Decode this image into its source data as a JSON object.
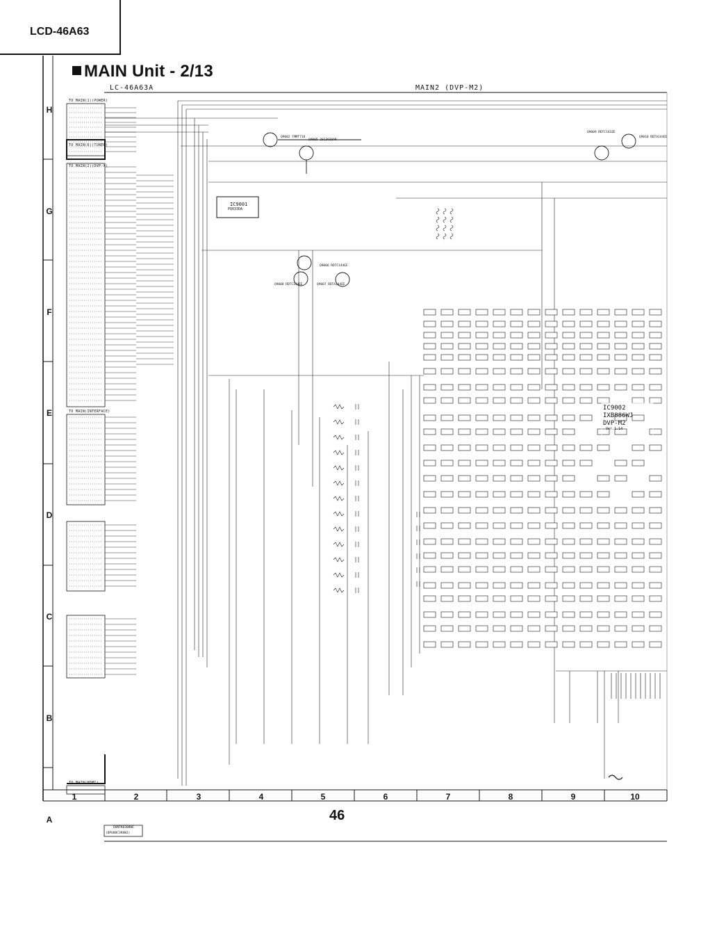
{
  "header": {
    "model": "LCD-46A63"
  },
  "title": "MAIN Unit - 2/13",
  "schematic": {
    "board_label": "LC-46A63A",
    "sheet_label": "MAIN2 (DVP-M2)",
    "connector_labels": [
      "TO MAIN(1)(POWER)",
      "TO MAIN(6)(TUNER)",
      "TO MAIN(2)(DVP-X)",
      "TO MAIN(INTERFACE)",
      "TO MAIN(HDMI)"
    ],
    "ic_main": {
      "ref": "IC9002",
      "part": "IXB886WJ",
      "name": "DVP-M2",
      "version": "Ver.1.14"
    },
    "ic_reg": {
      "ref": "IC9001",
      "part": "PQ033DA"
    },
    "transistors": [
      "Q9002 FMMT718",
      "Q9005 2SC3938AR",
      "Q9006 RDTC144EE",
      "Q9007 RDTA144EE",
      "Q9008 RDTC144EE",
      "Q9009 RDTC143ZE",
      "Q9010 RDTA144EE"
    ],
    "bottom_labels": [
      "DUNTK0308WE",
      "(DPU88C398WJ)"
    ]
  },
  "grid": {
    "rows": [
      "H",
      "G",
      "F",
      "E",
      "D",
      "C",
      "B",
      "A"
    ],
    "columns": [
      "1",
      "2",
      "3",
      "4",
      "5",
      "6",
      "7",
      "8",
      "9",
      "10"
    ]
  },
  "page_number": "46"
}
